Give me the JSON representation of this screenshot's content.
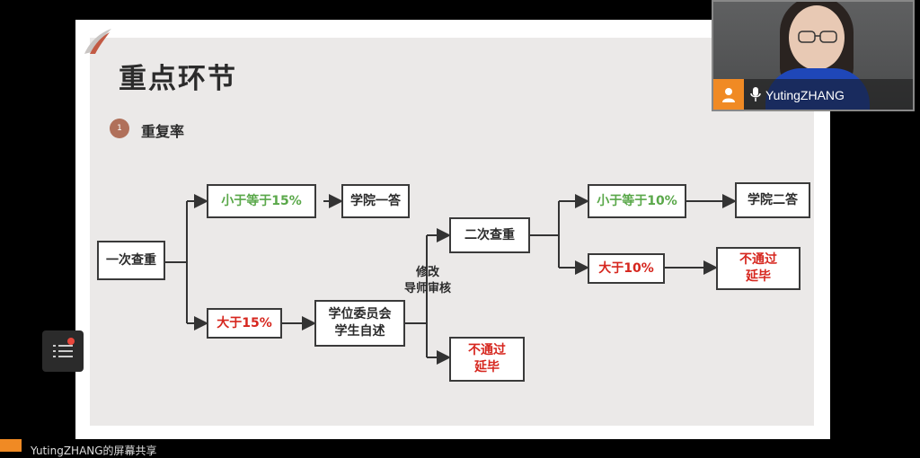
{
  "slide": {
    "title": "重点环节",
    "section_number": "1",
    "section_title": "重复率"
  },
  "flow": {
    "first_check": "一次查重",
    "le15": "小于等于15%",
    "college_1": "学院一答",
    "gt15": "大于15%",
    "committee": "学位委员会\n学生自述",
    "revise": "修改\n导师审核",
    "second_check": "二次查重",
    "fail_1": "不通过\n延毕",
    "le10": "小于等于10%",
    "college_2": "学院二答",
    "gt10": "大于10%",
    "fail_2": "不通过\n延毕"
  },
  "webcam": {
    "name": "YutingZHANG"
  },
  "share_bar": {
    "label": "YutingZHANG的屏幕共享"
  },
  "colors": {
    "green": "#5aa84a",
    "red": "#d6261e",
    "accent": "#f08a24"
  }
}
